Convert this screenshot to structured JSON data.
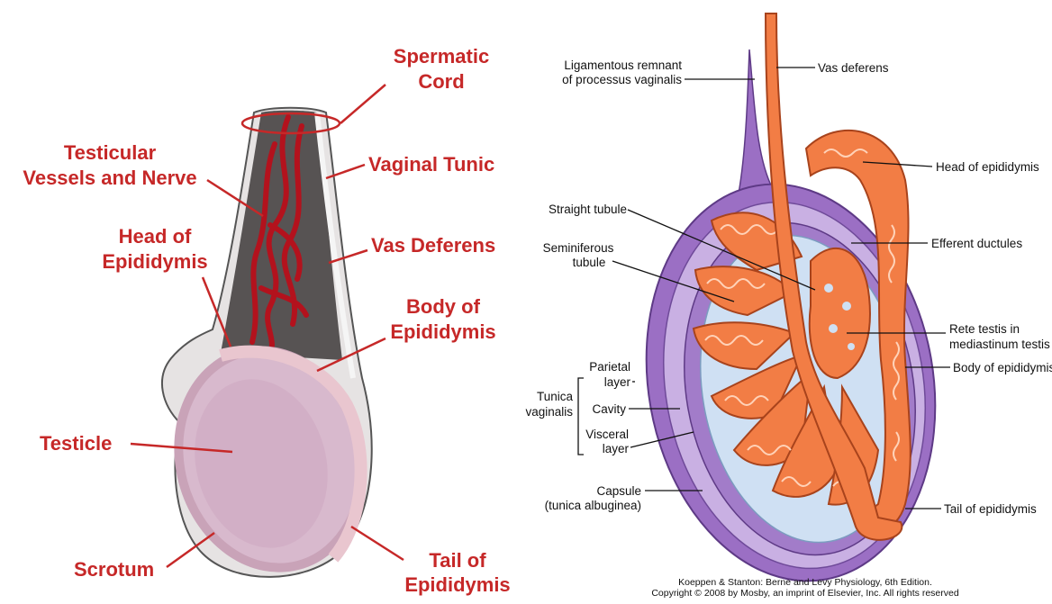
{
  "left_panel": {
    "labels": {
      "spermatic_cord": [
        "Spermatic",
        "Cord"
      ],
      "testicular_vessels": [
        "Testicular",
        "Vessels and Nerve"
      ],
      "vaginal_tunic": "Vaginal Tunic",
      "head_epididymis": [
        "Head of",
        "Epididymis"
      ],
      "vas_deferens": "Vas Deferens",
      "body_epididymis": [
        "Body of",
        "Epididymis"
      ],
      "testicle": "Testicle",
      "scrotum": "Scrotum",
      "tail_epididymis": [
        "Tail of",
        "Epididymis"
      ]
    }
  },
  "right_panel": {
    "labels": {
      "ligamentous_remnant": [
        "Ligamentous remnant",
        "of processus vaginalis"
      ],
      "vas_deferens": "Vas deferens",
      "head_epididymis": "Head of epididymis",
      "straight_tubule": "Straight tubule",
      "efferent_ductules": "Efferent ductules",
      "seminiferous_tubule": [
        "Seminiferous",
        "tubule"
      ],
      "rete_testis": [
        "Rete testis in",
        "mediastinum testis"
      ],
      "parietal_layer": [
        "Parietal",
        "layer"
      ],
      "body_epididymis": "Body of epididymis",
      "tunica_vaginalis": [
        "Tunica",
        "vaginalis"
      ],
      "cavity": "Cavity",
      "visceral_layer": [
        "Visceral",
        "layer"
      ],
      "capsule": [
        "Capsule",
        "(tunica albuginea)"
      ],
      "tail_epididymis": "Tail of epididymis"
    },
    "credit": [
      "Koeppen & Stanton: Berne and Levy Physiology, 6th Edition.",
      "Copyright © 2008 by Mosby, an imprint of Elsevier, Inc. All rights reserved"
    ]
  },
  "colors": {
    "label_red": "#c62828",
    "testis_orange": "#f27d45",
    "tunica_purple": "#9b6fc4",
    "cavity_blue": "#cfe0f3"
  }
}
